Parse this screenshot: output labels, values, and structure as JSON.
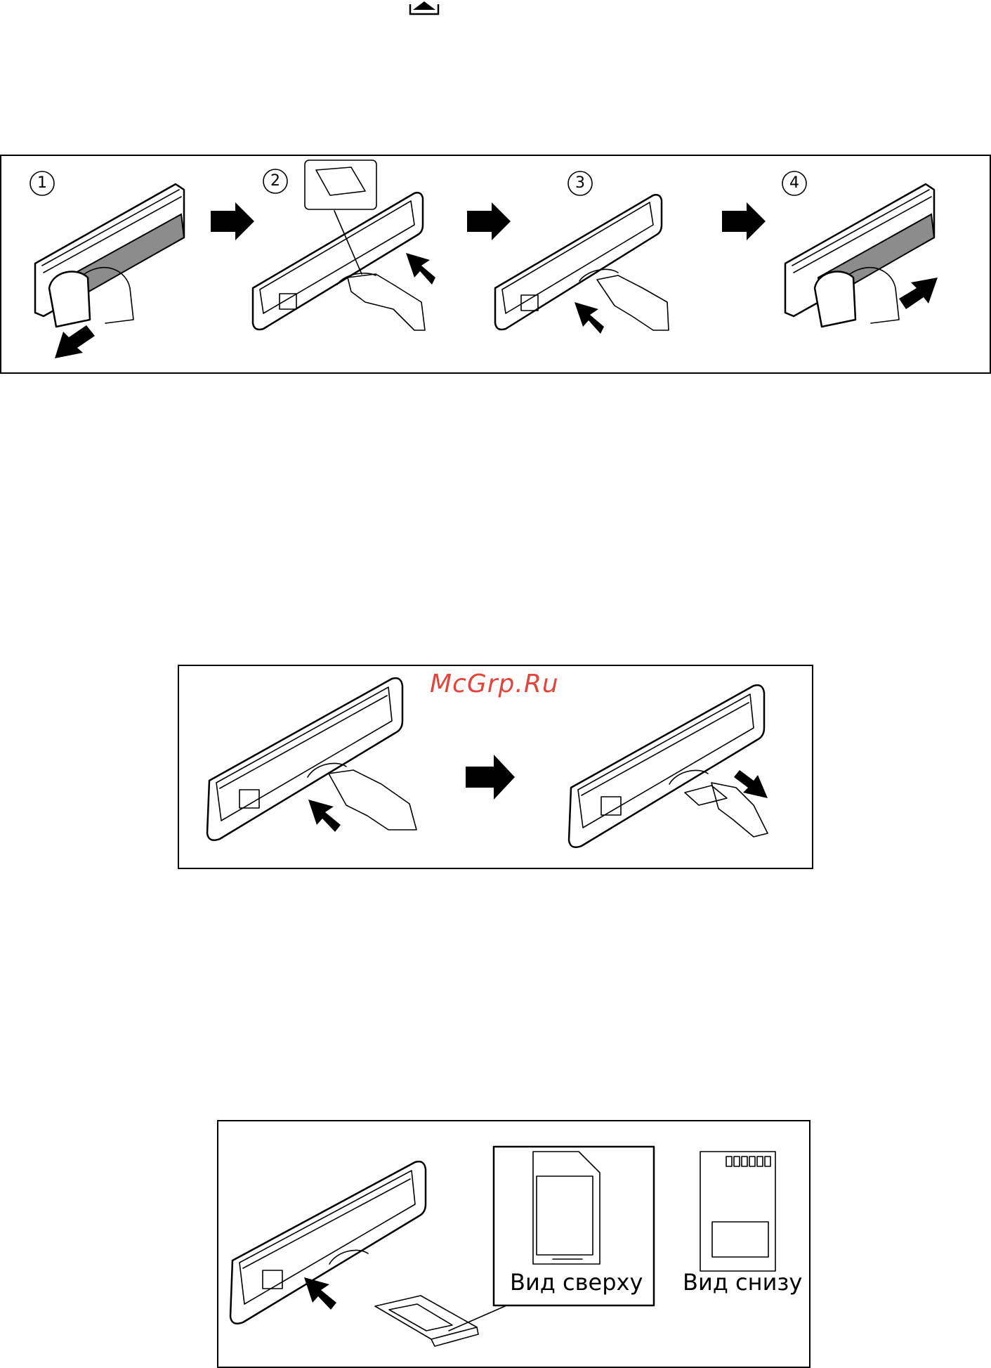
{
  "watermark": "McGrp.Ru",
  "steps": [
    "1",
    "2",
    "3",
    "4"
  ],
  "captions": {
    "top_view": "Вид сверху",
    "bottom_view": "Вид снизу"
  },
  "colors": {
    "watermark": "#e0463c",
    "panel_gray": "#8c8c8c"
  },
  "icons": [
    "eject-icon",
    "arrow-icon",
    "hand-icon",
    "sd-card-icon"
  ]
}
